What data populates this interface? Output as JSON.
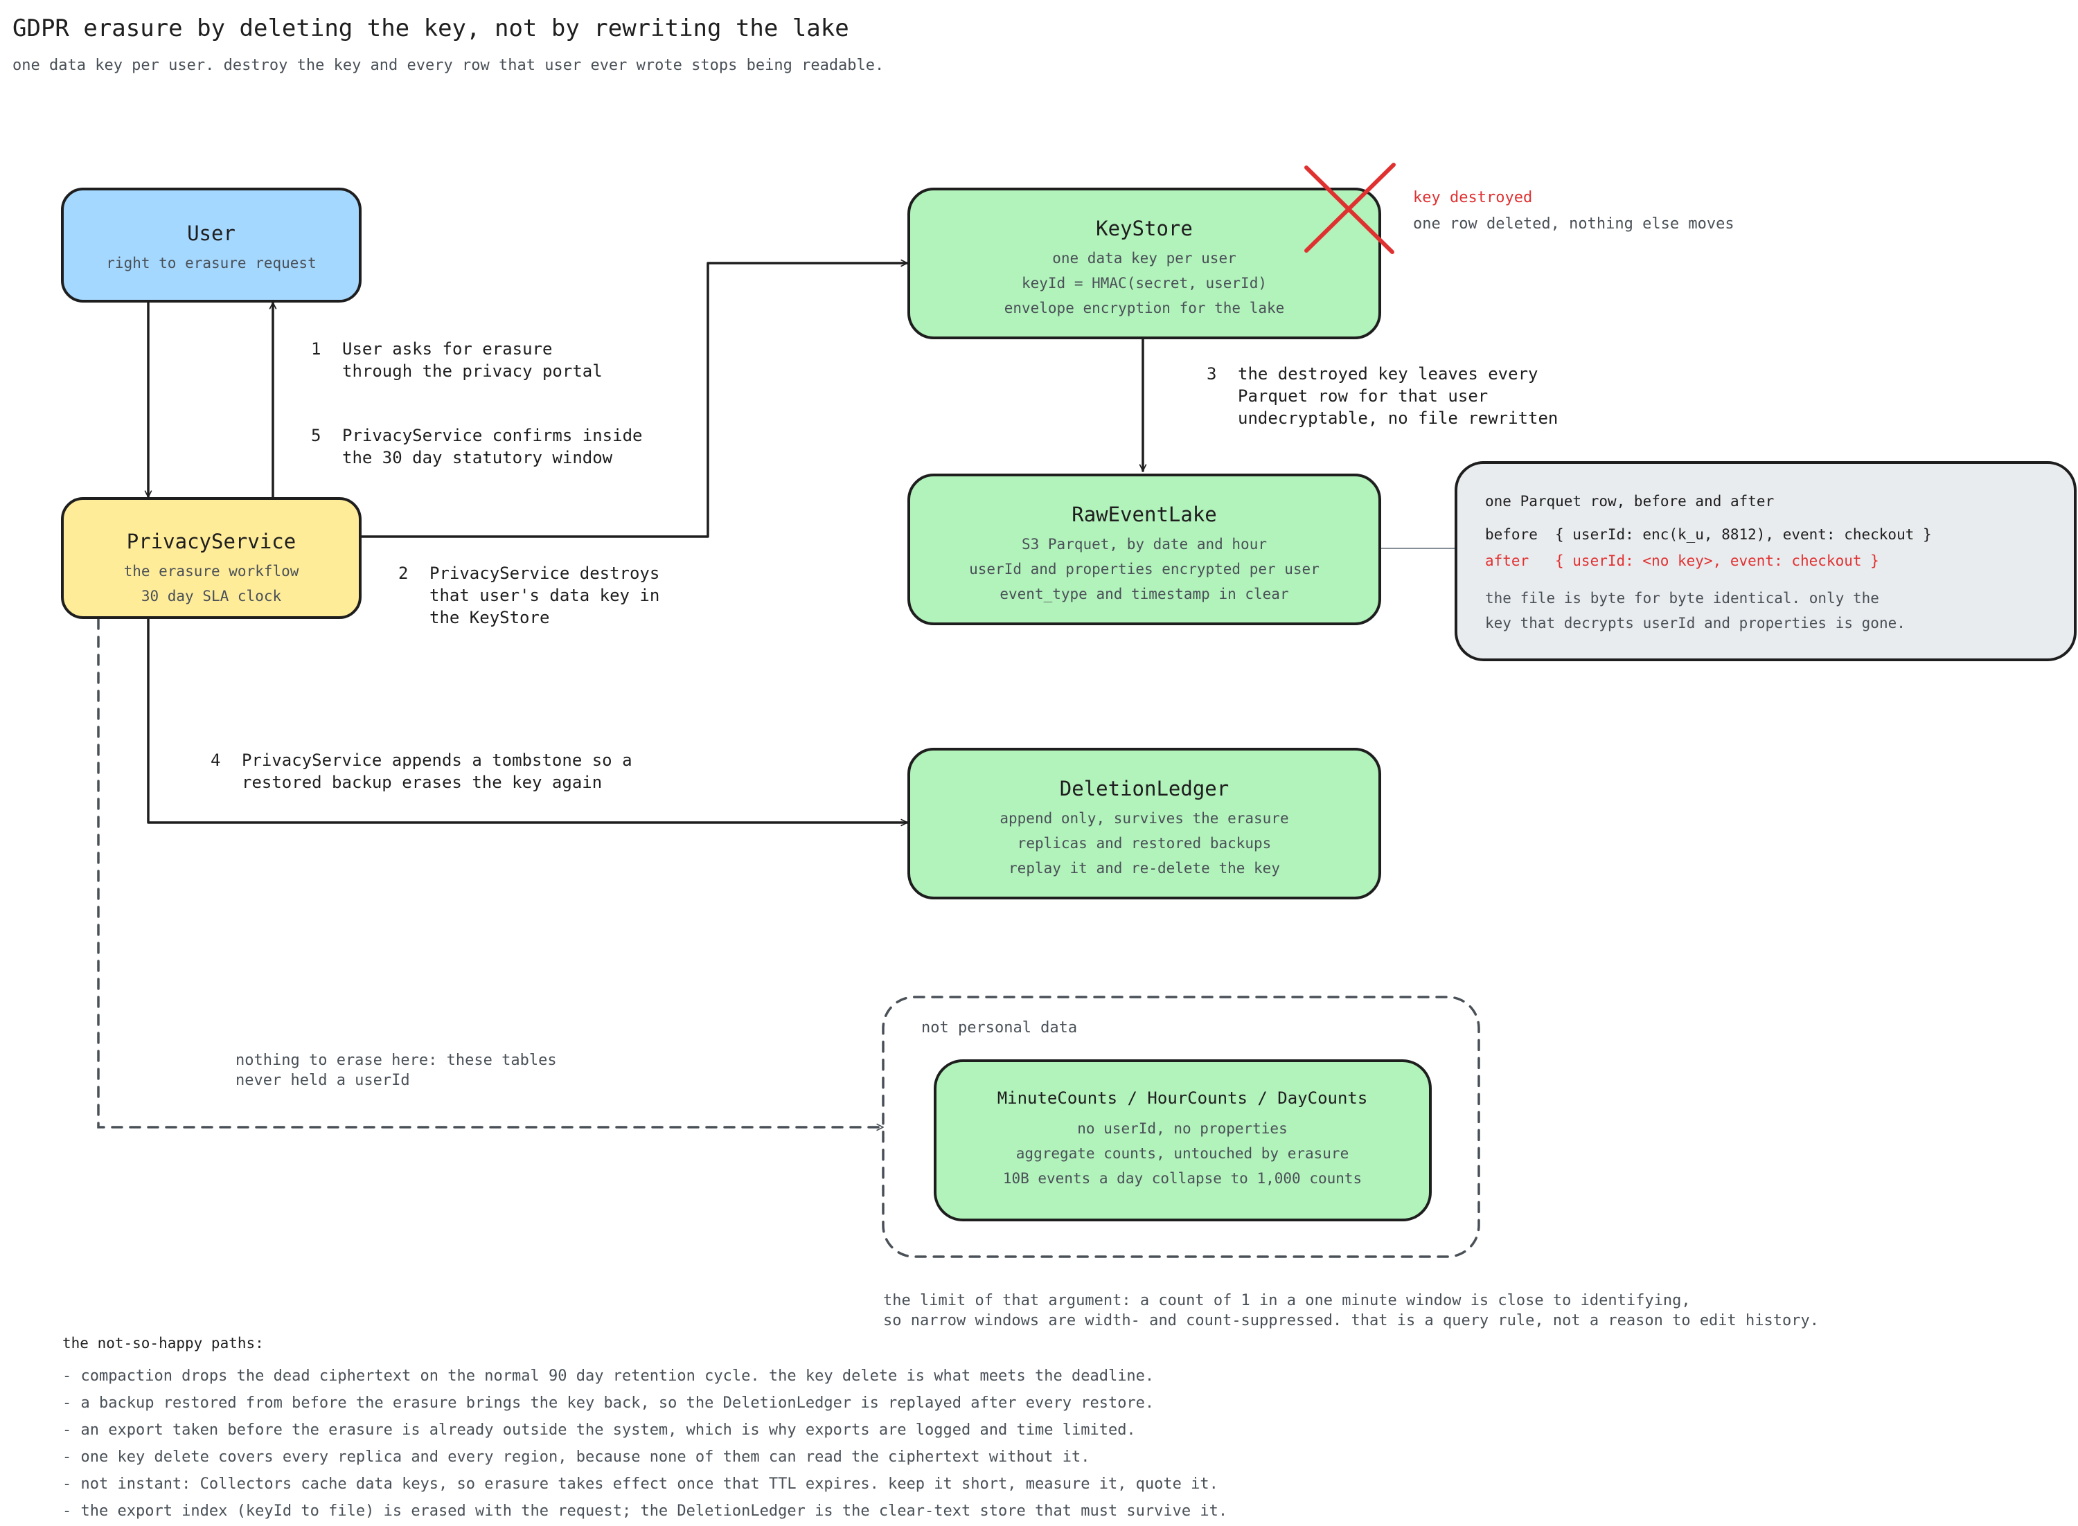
{
  "header": {
    "title": "GDPR erasure by deleting the key, not by rewriting the lake",
    "subtitle": "one data key per user. destroy the key and every row that user ever wrote stops being readable."
  },
  "nodes": {
    "user": {
      "title": "User",
      "lines": [
        "right to erasure request"
      ]
    },
    "privacy": {
      "title": "PrivacyService",
      "lines": [
        "the erasure workflow",
        "30 day SLA clock"
      ]
    },
    "keystore": {
      "title": "KeyStore",
      "lines": [
        "one data key per user",
        "keyId = HMAC(secret, userId)",
        "envelope encryption for the lake"
      ]
    },
    "lake": {
      "title": "RawEventLake",
      "lines": [
        "S3 Parquet, by date and hour",
        "userId and properties encrypted per user",
        "event_type and timestamp in clear"
      ]
    },
    "ledger": {
      "title": "DeletionLedger",
      "lines": [
        "append only, survives the erasure",
        "replicas and restored backups",
        "replay it and re-delete the key"
      ]
    },
    "counts": {
      "title": "MinuteCounts / HourCounts / DayCounts",
      "lines": [
        "no userId, no properties",
        "aggregate counts, untouched by erasure",
        "10B events a day collapse to 1,000 counts"
      ]
    }
  },
  "group": {
    "label": "not personal data"
  },
  "steps": {
    "s1": {
      "num": "1",
      "lines": [
        "User asks for erasure",
        "through the privacy portal"
      ]
    },
    "s2": {
      "num": "2",
      "lines": [
        "PrivacyService destroys",
        "that user's data key in",
        "the KeyStore"
      ]
    },
    "s3": {
      "num": "3",
      "lines": [
        "the destroyed key leaves every",
        "Parquet row for that user",
        "undecryptable, no file rewritten"
      ]
    },
    "s4": {
      "num": "4",
      "lines": [
        "PrivacyService appends a tombstone so a",
        "restored backup erases the key again"
      ]
    },
    "s5": {
      "num": "5",
      "lines": [
        "PrivacyService confirms inside",
        "the 30 day statutory window"
      ]
    }
  },
  "key_destroyed": {
    "title": "key destroyed",
    "sub": "one row deleted, nothing else moves"
  },
  "dashed_note": {
    "lines": [
      "nothing to erase here: these tables",
      "never held a userId"
    ]
  },
  "parquet_note": {
    "title": "one Parquet row, before and after",
    "before_label": "before",
    "before_value": "{ userId: enc(k_u, 8812), event: checkout }",
    "after_label": "after",
    "after_value": "{ userId: <no key>, event: checkout }",
    "lines": [
      "the file is byte for byte identical. only the",
      "key that decrypts userId and properties is gone."
    ]
  },
  "limit_note": {
    "lines": [
      "the limit of that argument: a count of 1 in a one minute window is close to identifying,",
      "so narrow windows are width- and count-suppressed. that is a query rule, not a reason to edit history."
    ]
  },
  "paths": {
    "heading": "the not-so-happy paths:",
    "items": [
      "- compaction drops the dead ciphertext on the normal 90 day retention cycle. the key delete is what meets the deadline.",
      "- a backup restored from before the erasure brings the key back, so the DeletionLedger is replayed after every restore.",
      "- an export taken before the erasure is already outside the system, which is why exports are logged and time limited.",
      "- one key delete covers every replica and every region, because none of them can read the ciphertext without it.",
      "- not instant: Collectors cache data keys, so erasure takes effect once that TTL expires. keep it short, measure it, quote it.",
      "- the export index (keyId to file) is erased with the request; the DeletionLedger is the clear-text store that must survive it."
    ]
  },
  "colors": {
    "user_fill": "#a5d8ff",
    "privacy_fill": "#ffec99",
    "store_fill": "#b2f2bb",
    "note_fill": "#e9ecef",
    "accent_red": "#e03131"
  }
}
